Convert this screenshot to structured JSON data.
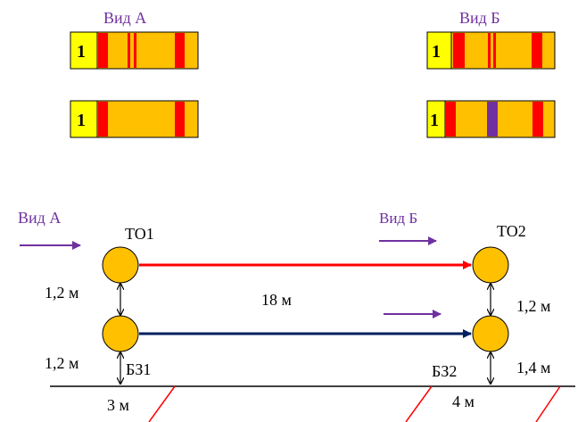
{
  "views": {
    "view_a_title": "Вид А",
    "view_b_title": "Вид Б",
    "badge_number": "1"
  },
  "scheme": {
    "view_a_label": "Вид А",
    "view_b_label": "Вид Б",
    "to1_label": "ТО1",
    "to2_label": "ТО2",
    "bz1_label": "БЗ1",
    "bz2_label": "БЗ2",
    "span_length": "18 м",
    "left_upper_height": "1,2 м",
    "left_lower_height": "1,2 м",
    "right_upper_height": "1,2 м",
    "right_lower_height": "1,4 м",
    "left_offset": "3 м",
    "right_offset": "4 м"
  },
  "colors": {
    "panel_fill": "#ffc000",
    "badge_fill": "#ffff00",
    "stripe_red": "#ff0000",
    "stripe_purple": "#7030a0",
    "upper_wire": "#ff0000",
    "lower_wire": "#002060",
    "node_fill": "#ffc000",
    "label_violet": "#7030a0"
  }
}
